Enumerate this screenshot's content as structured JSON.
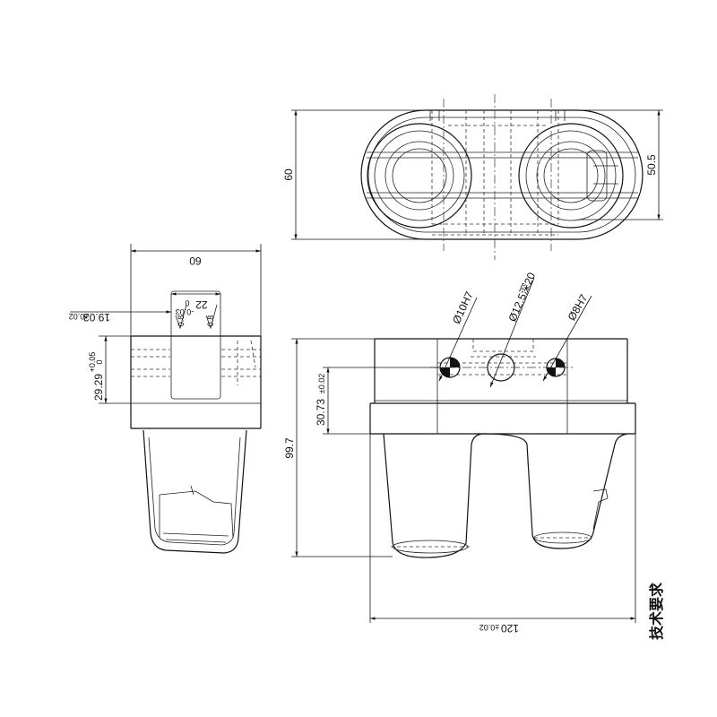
{
  "dimensions": {
    "top_height": "60",
    "top_inner": "50.5",
    "side_width": "60",
    "slot_width": "22",
    "slot_tol": "0\n-0.03",
    "slot_tol_a": "0",
    "slot_tol_b": "-0.03",
    "side_offset": "19.03",
    "side_offset_tol": "±0.02",
    "side_height": "29.29",
    "side_height_tol_a": "+0.05",
    "side_height_tol_b": "0",
    "roughness_left": "0.8",
    "roughness_right": "0.8",
    "front_height": "99.7",
    "front_hole_height": "30.73",
    "front_hole_tol": "±0.02",
    "front_width": "120",
    "front_width_tol": "±0.02",
    "hole_left": "Ø10H7",
    "hole_mid": "Ø12.5深20",
    "hole_right": "Ø8H7"
  },
  "notes": {
    "title": "技术要求"
  }
}
